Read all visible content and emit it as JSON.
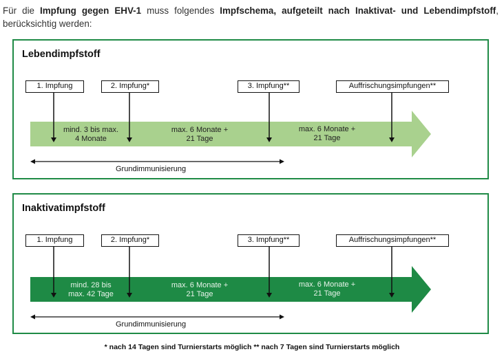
{
  "intro": {
    "p1": "Für die ",
    "b1": "Impfung gegen EHV-1",
    "p2": " muss folgendes ",
    "b2": "Impfschema, aufgeteilt nach Inaktivat- und Lebendimpfstoff",
    "p3": ", berücksichtig werden:"
  },
  "panels": [
    {
      "title": "Lebendimpfstoff",
      "arrow_color": "#a9d18e",
      "boxes": [
        "1. Impfung",
        "2. Impfung*",
        "3. Impfung**",
        "Auffrischungsimpfungen**"
      ],
      "intervals": [
        {
          "line1": "mind. 3 bis max.",
          "line2": "4 Monate"
        },
        {
          "line1": "max. 6 Monate +",
          "line2": "21 Tage"
        },
        {
          "line1": "max. 6 Monate +",
          "line2": "21 Tage"
        }
      ],
      "grund": "Grundimmunisierung"
    },
    {
      "title": "Inaktivatimpfstoff",
      "arrow_color": "#1e8a45",
      "boxes": [
        "1. Impfung",
        "2. Impfung*",
        "3. Impfung**",
        "Auffrischungsimpfungen**"
      ],
      "intervals": [
        {
          "line1": "mind. 28 bis",
          "line2": "max. 42 Tage"
        },
        {
          "line1": "max. 6 Monate +",
          "line2": "21 Tage"
        },
        {
          "line1": "max. 6 Monate +",
          "line2": "21 Tage"
        }
      ],
      "grund": "Grundimmunisierung"
    }
  ],
  "footnote": "* nach 14 Tagen sind Turnierstarts möglich ** nach 7 Tagen sind Turnierstarts möglich"
}
